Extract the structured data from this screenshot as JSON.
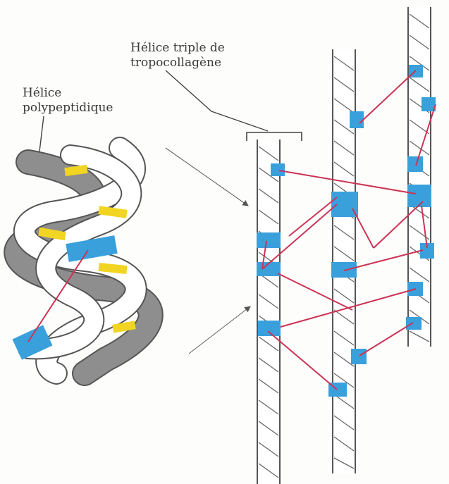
{
  "labels": {
    "triple_helix_line1": "Hélice triple de",
    "triple_helix_line2": "tropocollagène",
    "polypeptide_line1": "Hélice",
    "polypeptide_line2": "polypeptidique"
  },
  "colors": {
    "strand_outline": "#555555",
    "strand_fill_white": "#ffffff",
    "strand_fill_gray": "#8e8e8e",
    "crosslink_site": "#3aa0dc",
    "hydroxyl_band": "#f2d422",
    "crosslink_line": "#cc3355"
  }
}
